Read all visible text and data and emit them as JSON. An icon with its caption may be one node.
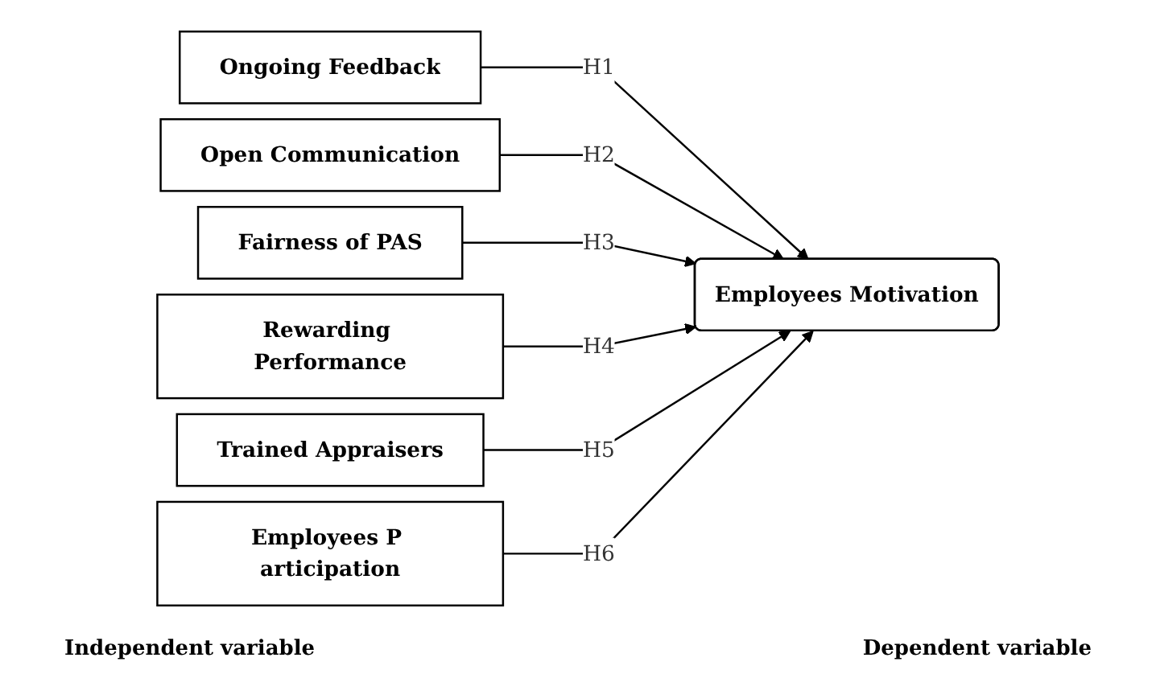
{
  "diagram": {
    "nodes": [
      {
        "text": [
          "Ongoing Feedback"
        ]
      },
      {
        "text": [
          "Open Communication"
        ]
      },
      {
        "text": [
          "Fairness of PAS"
        ]
      },
      {
        "text": [
          "Rewarding Performance"
        ]
      },
      {
        "text": [
          "Trained Appraisers"
        ]
      },
      {
        "text": [
          "Employees P articipation"
        ]
      },
      {
        "text": [
          "Employees Motivation"
        ]
      }
    ],
    "edges": [
      {
        "from": 0,
        "to": 6,
        "arrow": "to",
        "label": "H1"
      },
      {
        "from": 1,
        "to": 6,
        "arrow": "to",
        "label": "H2"
      },
      {
        "from": 2,
        "to": 6,
        "arrow": "to",
        "label": "H3"
      },
      {
        "from": 3,
        "to": 6,
        "arrow": "to",
        "label": "H4"
      },
      {
        "from": 4,
        "to": 6,
        "arrow": "to",
        "label": "H5"
      },
      {
        "from": 5,
        "to": 6,
        "arrow": "to",
        "label": "H6"
      }
    ],
    "labels": [
      "Independent variable",
      "Dependent variable"
    ]
  }
}
